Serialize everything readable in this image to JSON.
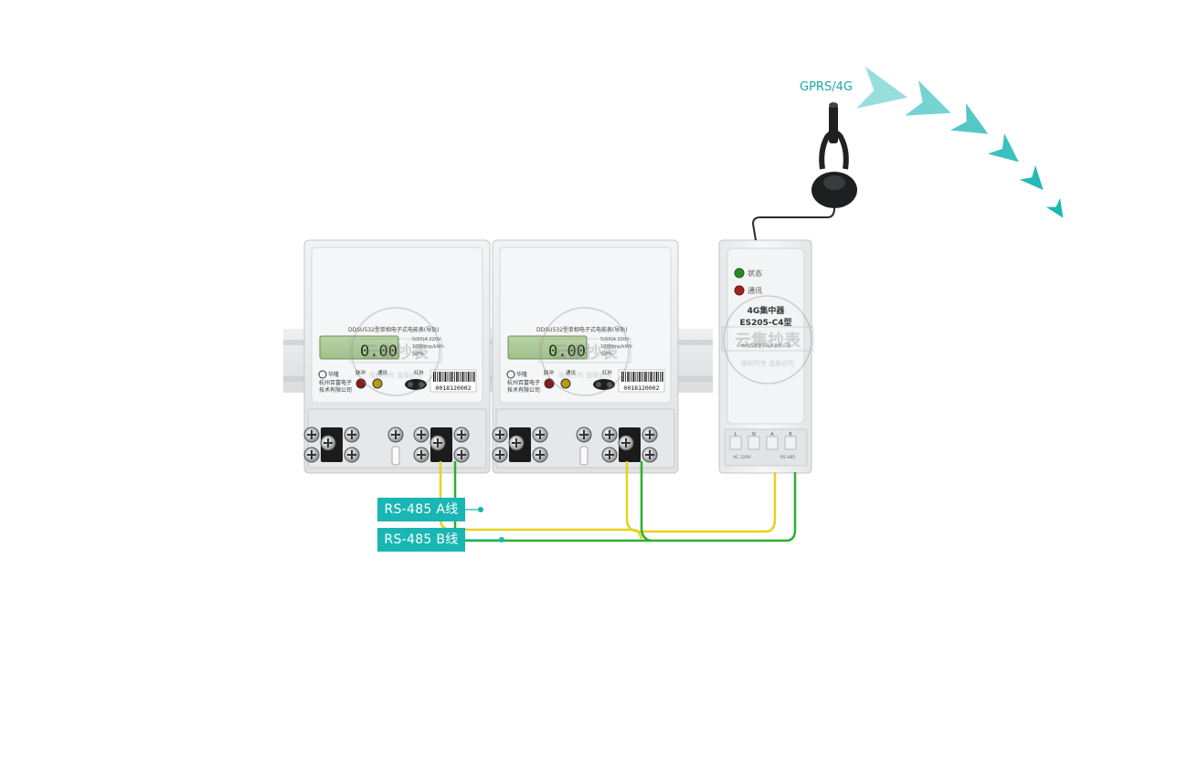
{
  "signal": {
    "label": "GPRS/4G"
  },
  "meters": [
    {
      "model": "DDSU532型单相电子式电能表(导轨)",
      "reading": "0.00",
      "spec1": "5(60)A 220V",
      "spec2": "1000imp/kWh",
      "spec3": "50Hz",
      "serial": "0018120002",
      "brand": "华隆",
      "company_line1": "杭州百富电子",
      "company_line2": "技术有限公司",
      "indicator_pulse": "脉冲",
      "indicator_comm": "通讯",
      "indicator_ir": "红外"
    },
    {
      "model": "DDSU532型单相电子式电能表(导轨)",
      "reading": "0.00",
      "spec1": "5(60)A 220V",
      "spec2": "1000imp/kWh",
      "spec3": "50Hz",
      "serial": "0018120002",
      "brand": "华隆",
      "company_line1": "杭州百富电子",
      "company_line2": "技术有限公司",
      "indicator_pulse": "脉冲",
      "indicator_comm": "通讯",
      "indicator_ir": "红外"
    }
  ],
  "concentrator": {
    "led_status": "状态",
    "led_comm": "通讯",
    "title": "4G集中器",
    "model": "ES205-C4型",
    "company": "杭州百富电子技术有限公司",
    "terminals": [
      "L",
      "N",
      "A",
      "B"
    ],
    "bottom_left": "AC 220V",
    "bottom_right": "RS-485"
  },
  "watermark": {
    "main": "云集抄表",
    "sub": "版权所有 盗版必究"
  },
  "wires": {
    "rs485_a_label": "RS-485 A线",
    "rs485_b_label": "RS-485 B线",
    "colors": {
      "a_wire": "#e8d820",
      "b_wire": "#2fae2f",
      "label_bg": "#19b6b3",
      "accent": "#1aa8a8"
    }
  }
}
